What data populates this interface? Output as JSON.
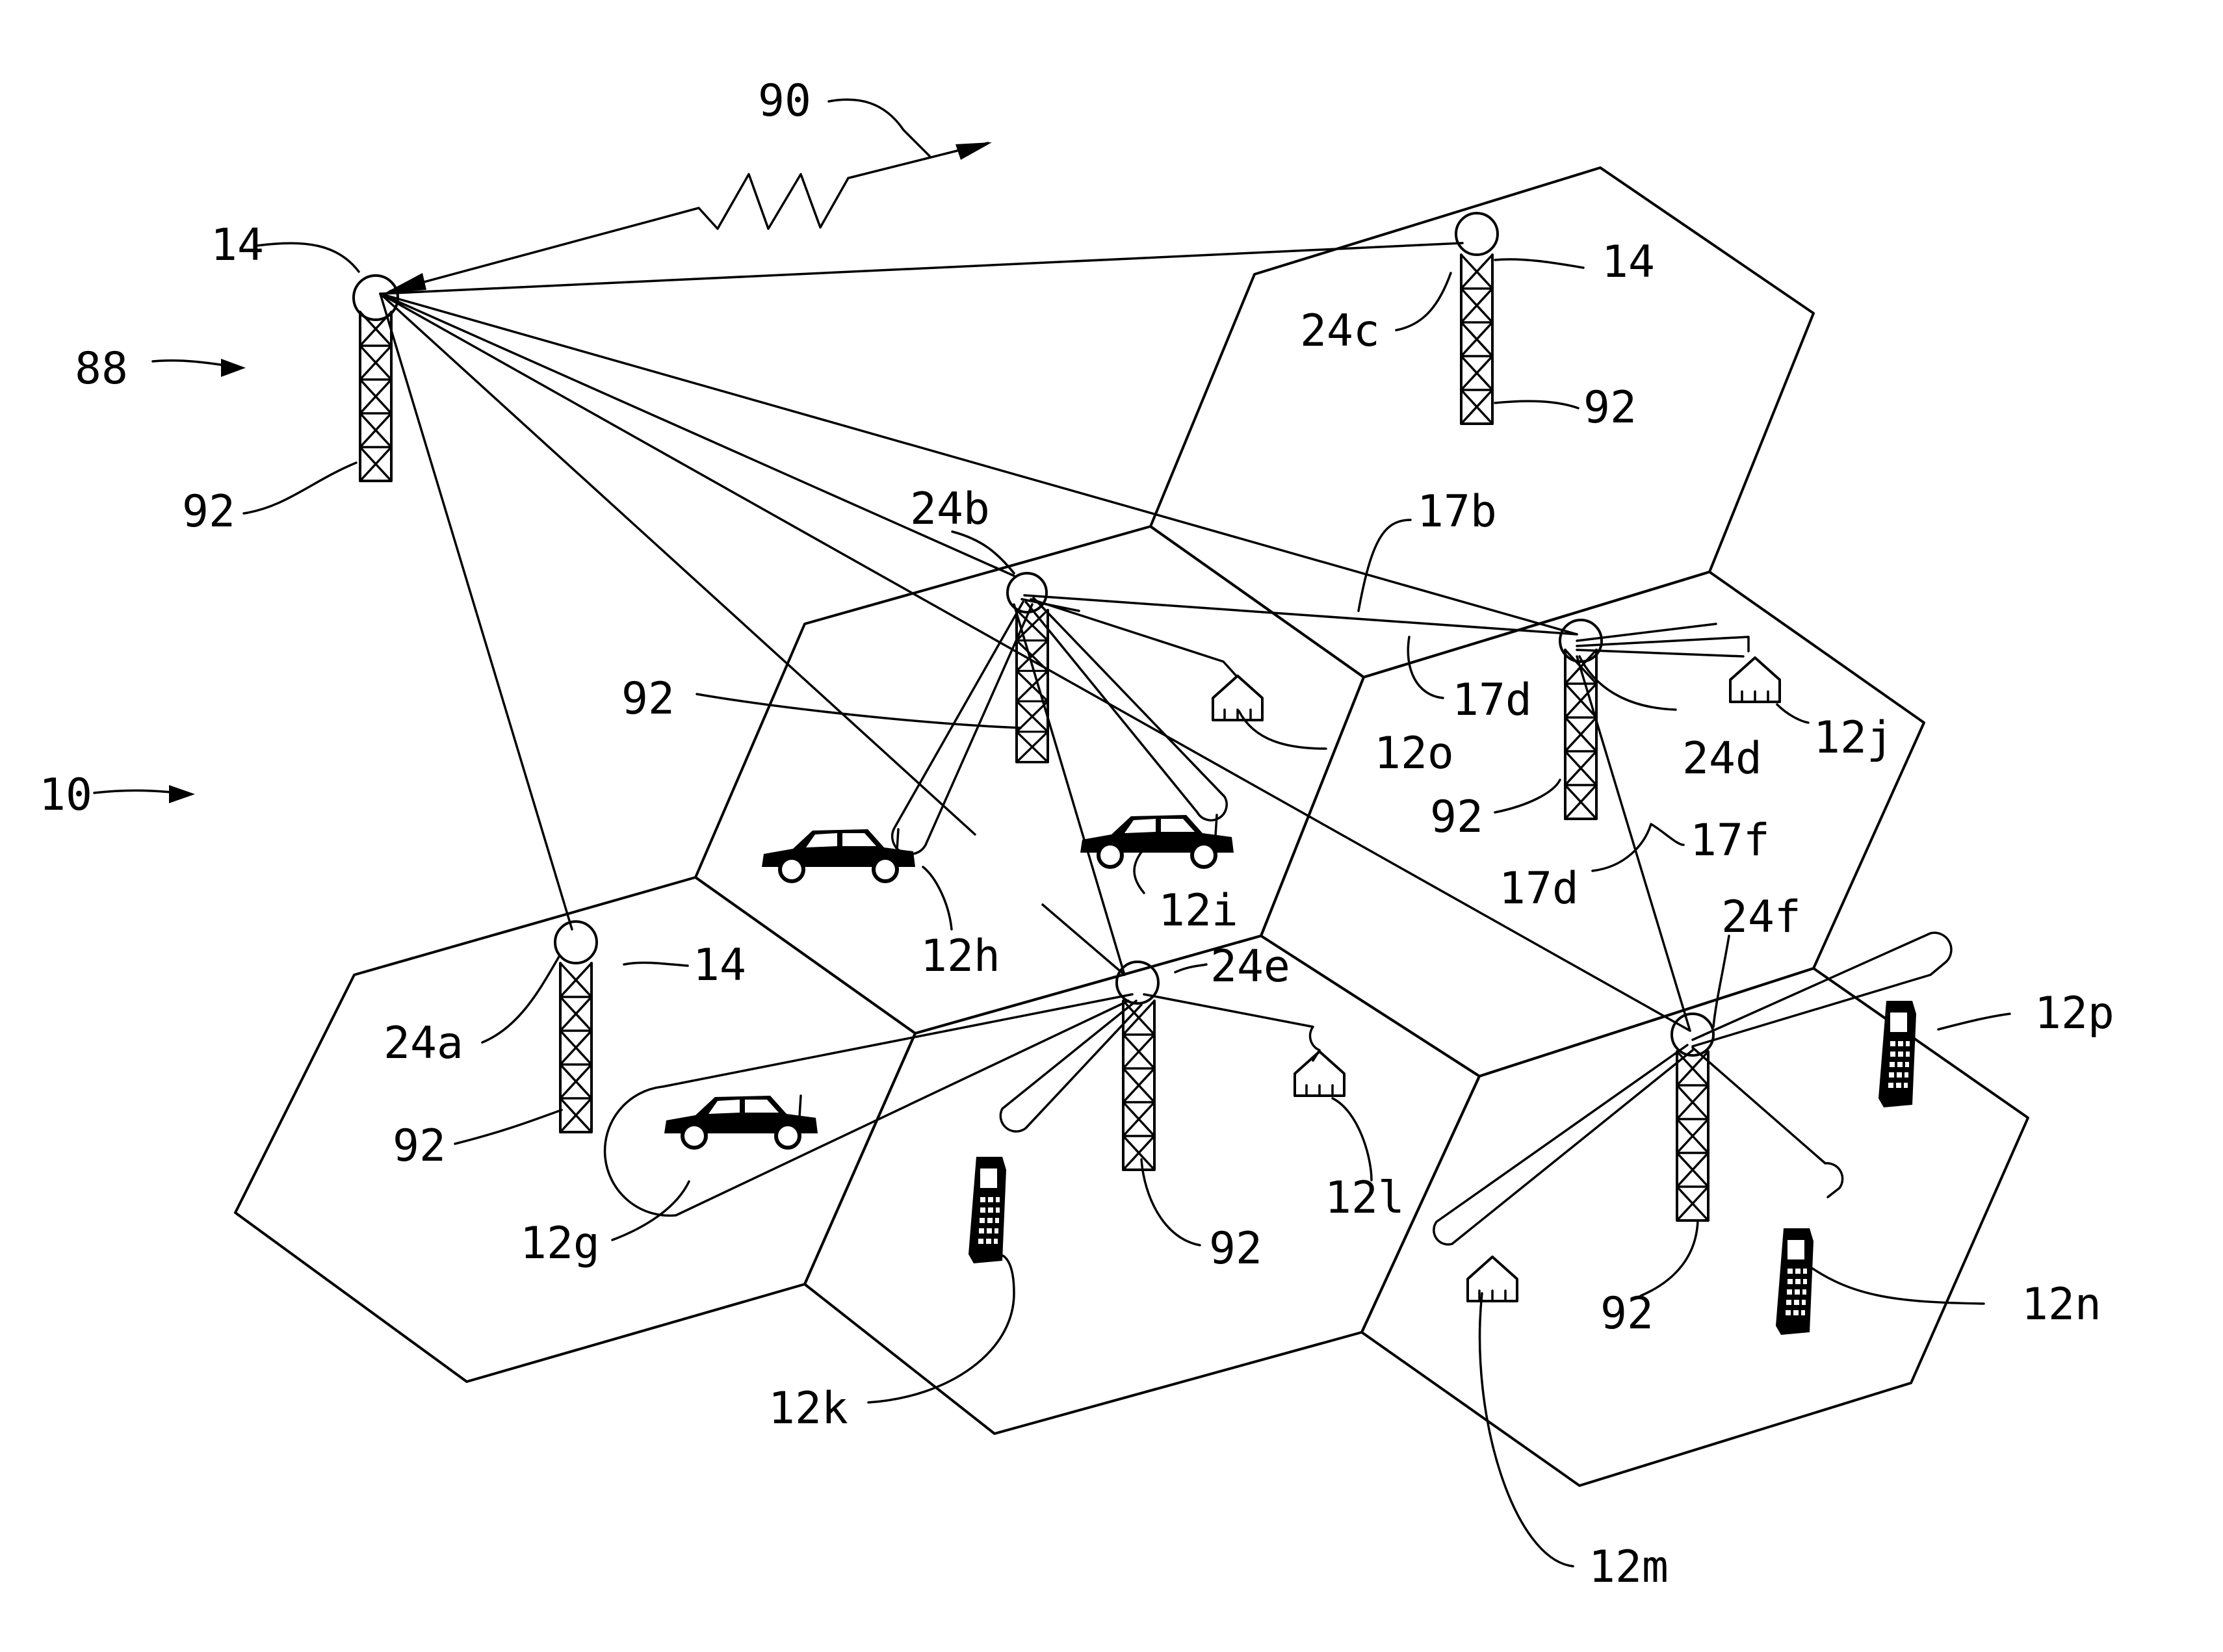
{
  "figure_number": "10",
  "system_label": "88",
  "uplink_label": "90",
  "hub": {
    "antenna_label": "14",
    "tower_label": "92"
  },
  "cells": {
    "a": {
      "station": "24a",
      "antenna": "14",
      "tower": "92"
    },
    "b": {
      "station": "24b",
      "tower": "92"
    },
    "c": {
      "station": "24c",
      "antenna": "14",
      "tower": "92"
    },
    "d": {
      "station": "24d",
      "tower": "92"
    },
    "e": {
      "station": "24e",
      "tower": "92"
    },
    "f": {
      "station": "24f",
      "tower": "92"
    }
  },
  "links": {
    "l17b": "17b",
    "l17d_upper": "17d",
    "l17d_lower": "17d",
    "l17f": "17f"
  },
  "subscribers": {
    "g": "12g",
    "h": "12h",
    "i": "12i",
    "j": "12j",
    "k": "12k",
    "l": "12l",
    "m": "12m",
    "n": "12n",
    "o": "12o",
    "p": "12p"
  },
  "icons": {
    "tower": "lattice-tower-icon",
    "house": "house-icon",
    "car": "car-icon",
    "phone": "cellphone-icon"
  }
}
